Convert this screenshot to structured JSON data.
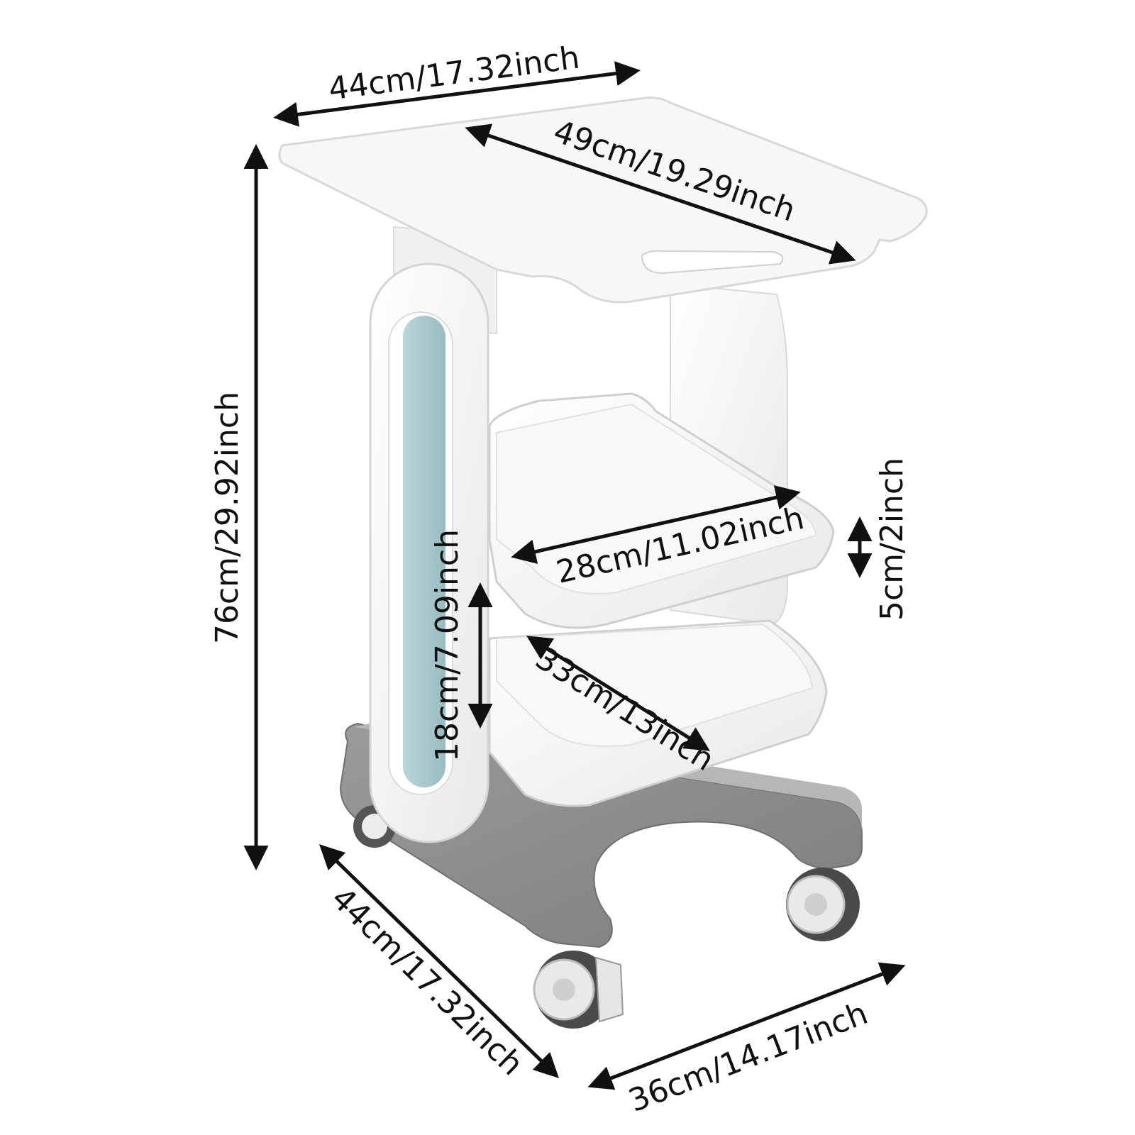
{
  "dimensions": {
    "top_width": "44cm/17.32inch",
    "top_depth": "49cm/19.29inch",
    "total_height": "76cm/29.92inch",
    "tray_width": "28cm/11.02inch",
    "tray_height": "5cm/2inch",
    "shelf_gap": "18cm/7.09inch",
    "lower_tray_depth": "33cm/13inch",
    "base_depth": "44cm/17.32inch",
    "base_width": "36cm/14.17inch"
  },
  "colors": {
    "tray_white": "#f7f7f7",
    "base_gray": "#8d8d8d",
    "panel_blue": "#a9cbd0",
    "arrow": "#111111"
  },
  "icons": [
    "double-arrow-icon",
    "caster-wheel-icon"
  ]
}
